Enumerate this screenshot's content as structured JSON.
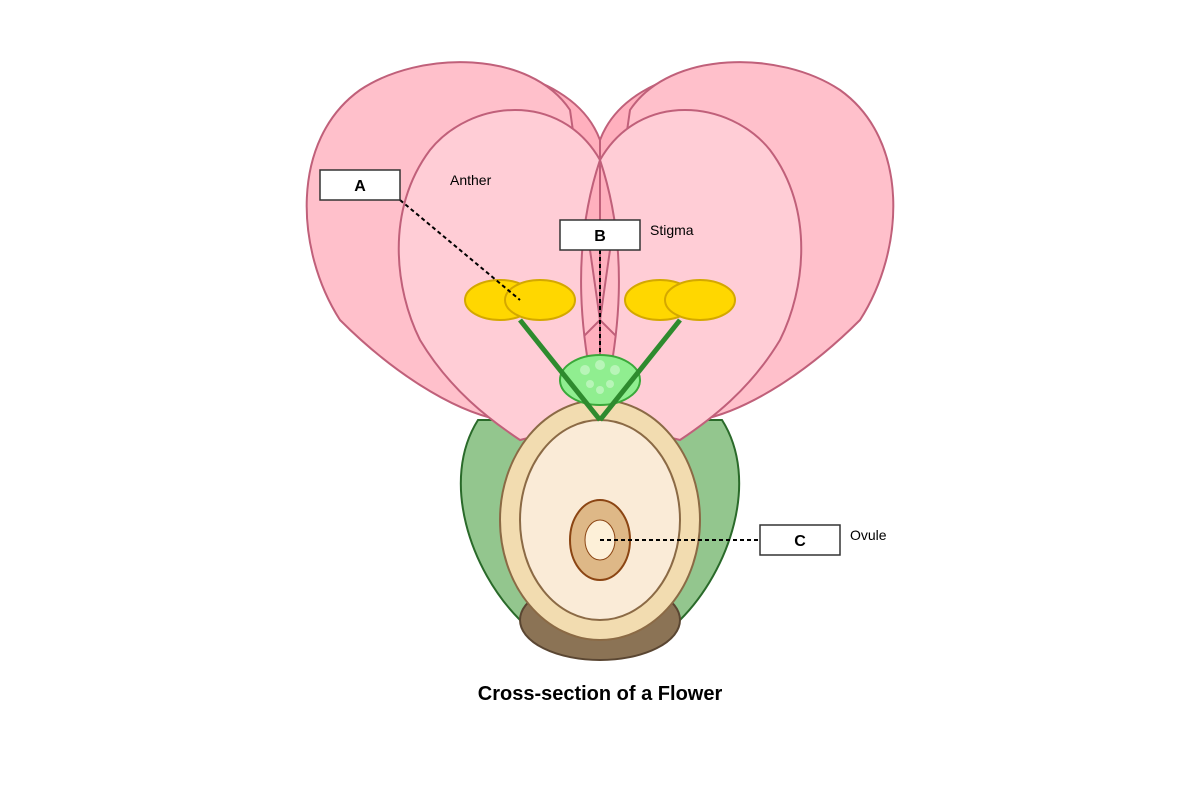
{
  "diagram": {
    "title": "Cross-section of a Flower",
    "parts": {
      "anther": "Anther",
      "stigma": "Stigma",
      "ovule": "Ovule"
    },
    "boxes": {
      "a": "A",
      "b": "B",
      "c": "C"
    },
    "colors": {
      "petal_outer": "#ffc0cb",
      "petal_back": "#ffb0be",
      "petal_inner": "#ffcdd6",
      "petal_stroke": "#c0607a",
      "sepal": "#93c68e",
      "sepal_stroke": "#2a6a2a",
      "anther": "#ffd700",
      "anther_stroke": "#d4a800",
      "filament": "#2e8b2e",
      "stigma": "#90ee90",
      "stigma_stroke": "#3aa83a",
      "ovary_wall": "#f2dcb0",
      "ovary_inner": "#faebd7",
      "ovule": "#deb887",
      "ovule_core": "#fdf0d8",
      "receptacle": "#8b7355"
    }
  }
}
